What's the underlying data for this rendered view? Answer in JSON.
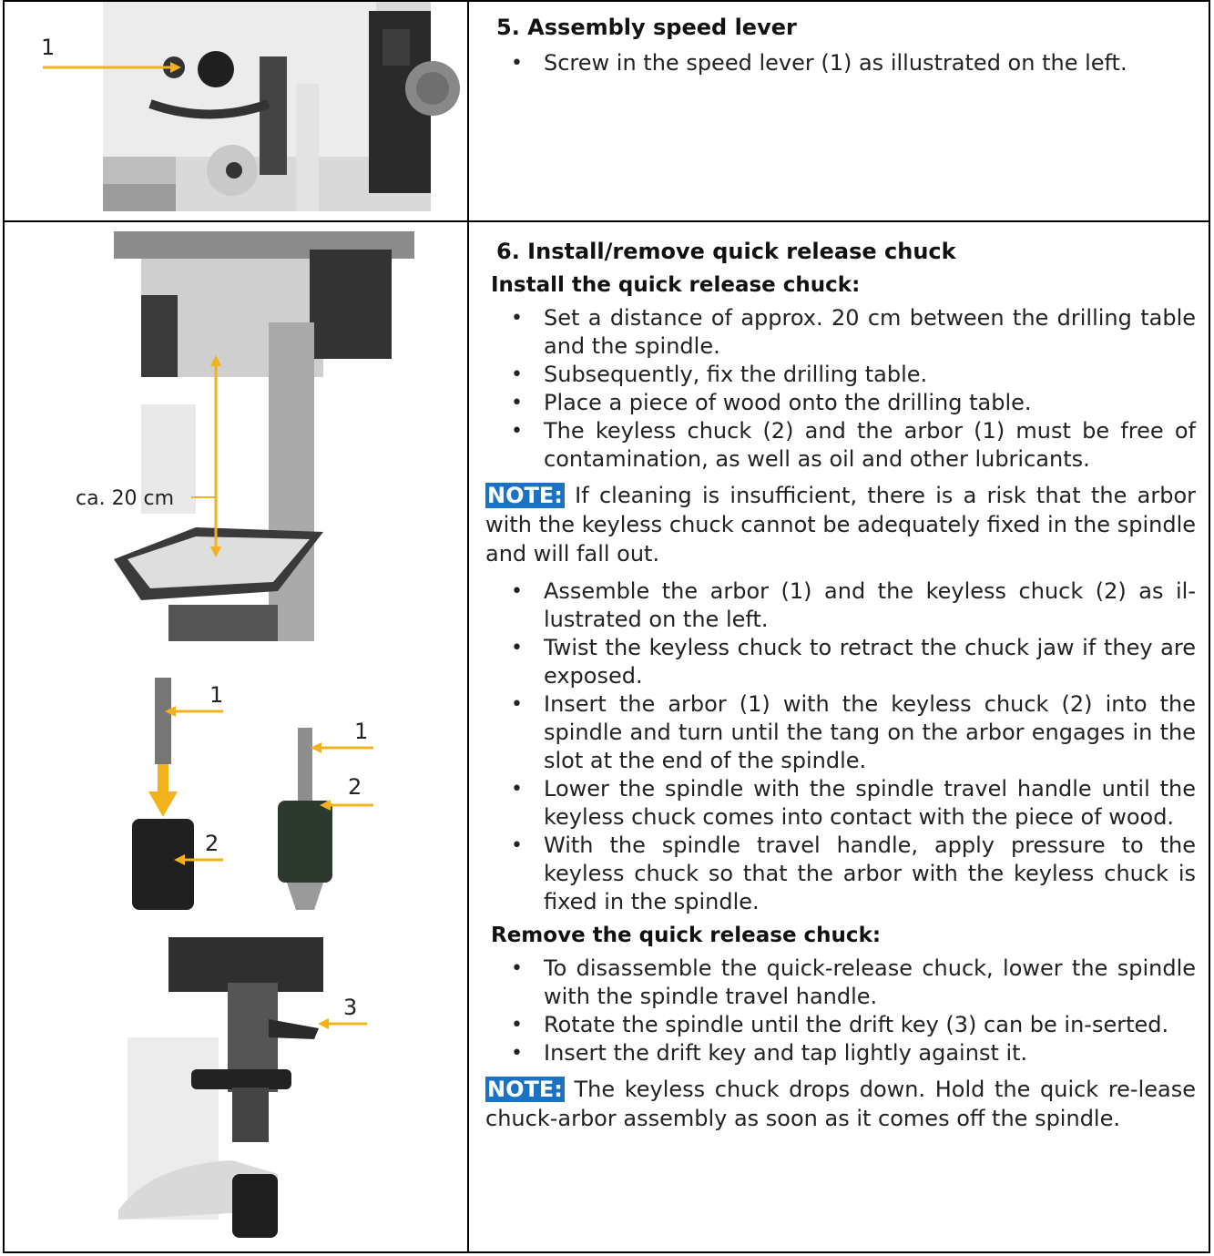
{
  "section5": {
    "heading": "5. Assembly speed lever",
    "bullets": [
      "Screw in the speed lever (1) as illustrated on the left."
    ],
    "image_callout": "1"
  },
  "section6": {
    "heading": "6. Install/remove quick release chuck",
    "install": {
      "subheading": "Install the quick release chuck:",
      "bullets_before_note": [
        "Set a distance of approx. 20 cm between the drilling table and the spindle.",
        "Subsequently, fix the drilling table.",
        "Place a piece of wood onto the drilling table.",
        "The keyless chuck (2) and the arbor (1) must be free of contamination, as well as oil and other lubricants."
      ],
      "note_label": "NOTE:",
      "note_text": " If cleaning is insufficient, there is a risk that the arbor with the keyless chuck cannot be adequately fixed in the spindle and will fall out.",
      "bullets_after_note": [
        "Assemble the arbor (1) and the keyless chuck (2) as il-lustrated on the left.",
        "Twist the keyless chuck to retract the chuck jaw if they are exposed.",
        "Insert the arbor (1) with the keyless chuck (2) into the spindle and turn until the tang on the arbor engages in the slot at the end of the spindle.",
        "Lower the spindle with the spindle travel handle until the keyless chuck comes into contact with the piece of wood.",
        "With the spindle travel handle, apply pressure to the keyless chuck so that the arbor with the keyless chuck is fixed in the spindle."
      ]
    },
    "remove": {
      "subheading": "Remove the quick release chuck:",
      "bullets": [
        "To disassemble the quick-release chuck, lower the spindle with the spindle travel handle.",
        "Rotate the spindle until the drift key (3) can be in-serted.",
        "Insert the drift key and tap lightly against it."
      ],
      "note_label": "NOTE:",
      "note_text": " The keyless chuck drops down. Hold the quick re-lease chuck-arbor assembly as soon as it comes off the spindle."
    },
    "images": {
      "distance_label": "ca. 20 cm",
      "arbor_callout_left": "1",
      "chuck_callout_left": "2",
      "arbor_callout_right": "1",
      "chuck_callout_right": "2",
      "drift_key_callout": "3"
    }
  },
  "colors": {
    "note_highlight": "#1a72c4",
    "callout_arrow": "#f2b21b"
  }
}
